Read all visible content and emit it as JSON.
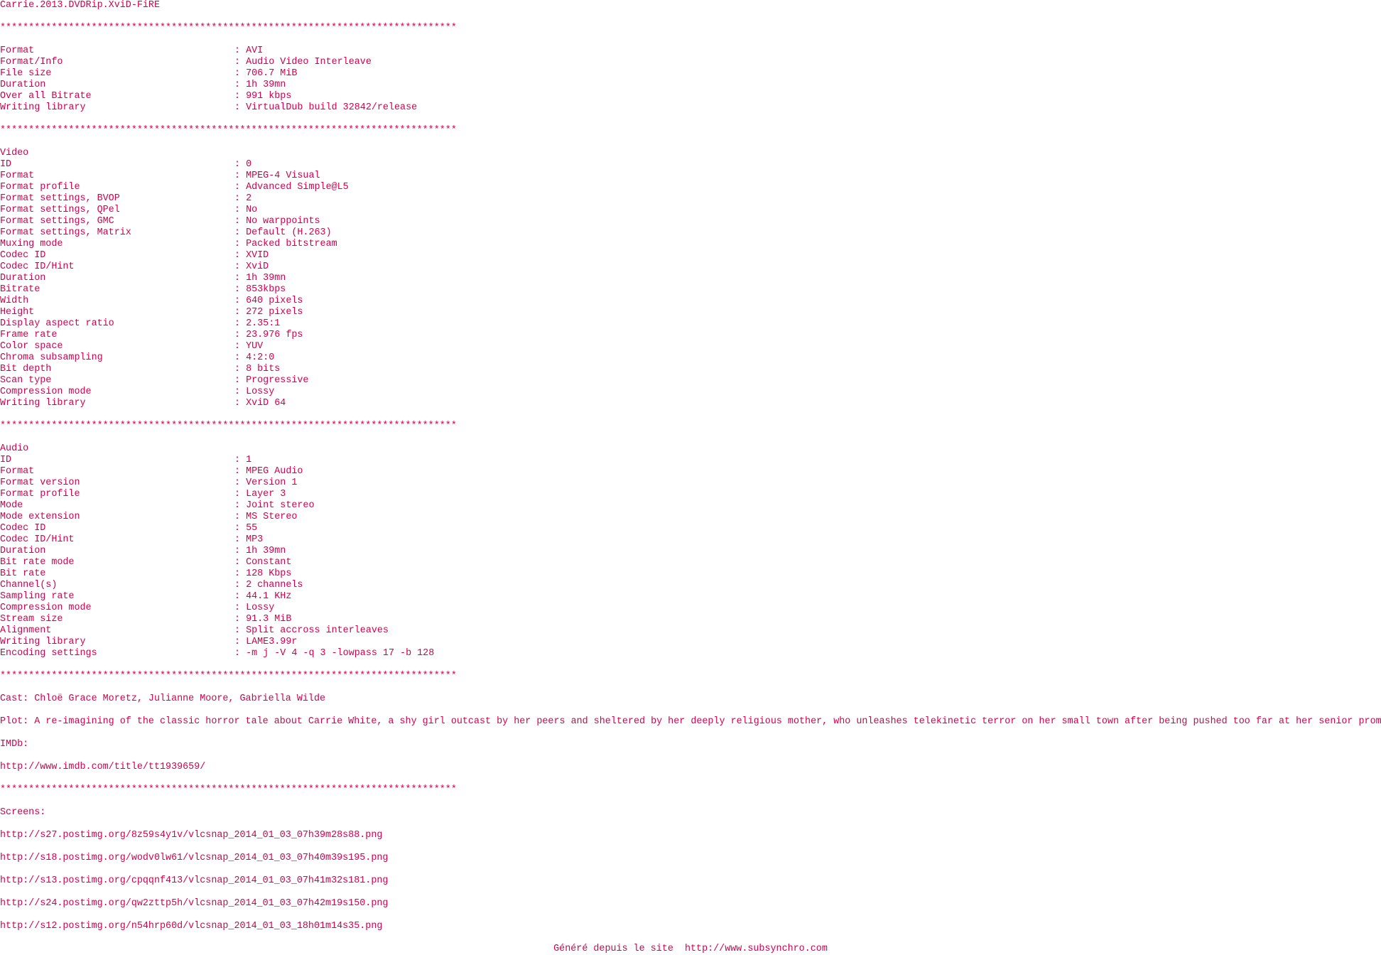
{
  "title": "Carrie.2013.DVDRip.XviD-FiRE",
  "separator": "********************************************************************************",
  "general": [
    {
      "label": "Format",
      "value": "AVI"
    },
    {
      "label": "Format/Info",
      "value": "Audio Video Interleave"
    },
    {
      "label": "File size",
      "value": "706.7 MiB"
    },
    {
      "label": "Duration",
      "value": "1h 39mn"
    },
    {
      "label": "Over all Bitrate",
      "value": "991 kbps"
    },
    {
      "label": "Writing library",
      "value": "VirtualDub build 32842/release"
    }
  ],
  "video": {
    "heading": "Video",
    "fields": [
      {
        "label": "ID",
        "value": "0"
      },
      {
        "label": "Format",
        "value": "MPEG-4 Visual"
      },
      {
        "label": "Format profile",
        "value": "Advanced Simple@L5"
      },
      {
        "label": "Format settings, BVOP",
        "value": "2"
      },
      {
        "label": "Format settings, QPel",
        "value": "No"
      },
      {
        "label": "Format settings, GMC",
        "value": "No warppoints"
      },
      {
        "label": "Format settings, Matrix",
        "value": "Default (H.263)"
      },
      {
        "label": "Muxing mode",
        "value": "Packed bitstream"
      },
      {
        "label": "Codec ID",
        "value": "XVID"
      },
      {
        "label": "Codec ID/Hint",
        "value": "XviD"
      },
      {
        "label": "Duration",
        "value": "1h 39mn"
      },
      {
        "label": "Bitrate",
        "value": "853kbps"
      },
      {
        "label": "Width",
        "value": "640 pixels"
      },
      {
        "label": "Height",
        "value": "272 pixels"
      },
      {
        "label": "Display aspect ratio",
        "value": "2.35:1"
      },
      {
        "label": "Frame rate",
        "value": "23.976 fps"
      },
      {
        "label": "Color space",
        "value": "YUV"
      },
      {
        "label": "Chroma subsampling",
        "value": "4:2:0"
      },
      {
        "label": "Bit depth",
        "value": "8 bits"
      },
      {
        "label": "Scan type",
        "value": "Progressive"
      },
      {
        "label": "Compression mode",
        "value": "Lossy"
      },
      {
        "label": "Writing library",
        "value": "XviD 64"
      }
    ]
  },
  "audio": {
    "heading": "Audio",
    "fields": [
      {
        "label": "ID",
        "value": "1"
      },
      {
        "label": "Format",
        "value": "MPEG Audio"
      },
      {
        "label": "Format version",
        "value": "Version 1"
      },
      {
        "label": "Format profile",
        "value": "Layer 3"
      },
      {
        "label": "Mode",
        "value": "Joint stereo"
      },
      {
        "label": "Mode extension",
        "value": "MS Stereo"
      },
      {
        "label": "Codec ID",
        "value": "55"
      },
      {
        "label": "Codec ID/Hint",
        "value": "MP3"
      },
      {
        "label": "Duration",
        "value": "1h 39mn"
      },
      {
        "label": "Bit rate mode",
        "value": "Constant"
      },
      {
        "label": "Bit rate",
        "value": "128 Kbps"
      },
      {
        "label": "Channel(s)",
        "value": "2 channels"
      },
      {
        "label": "Sampling rate",
        "value": "44.1 KHz"
      },
      {
        "label": "Compression mode",
        "value": "Lossy"
      },
      {
        "label": "Stream size",
        "value": "91.3 MiB"
      },
      {
        "label": "Alignment",
        "value": "Split accross interleaves"
      },
      {
        "label": "Writing library",
        "value": "LAME3.99r"
      },
      {
        "label": "Encoding settings",
        "value": "-m j -V 4 -q 3 -lowpass 17 -b 128"
      }
    ]
  },
  "cast": "Cast: Chloë Grace Moretz, Julianne Moore, Gabriella Wilde",
  "plot": "Plot: A re-imagining of the classic horror tale about Carrie White, a shy girl outcast by her peers and sheltered by her deeply religious mother, who unleashes telekinetic terror on her small town after being pushed too far at her senior prom.",
  "imdb_label": "IMDb:",
  "imdb_url": "http://www.imdb.com/title/tt1939659/",
  "screens_label": "Screens:",
  "screens": [
    "http://s27.postimg.org/8z59s4y1v/vlcsnap_2014_01_03_07h39m28s88.png",
    "http://s18.postimg.org/wodv0lw61/vlcsnap_2014_01_03_07h40m39s195.png",
    "http://s13.postimg.org/cpqqnf413/vlcsnap_2014_01_03_07h41m32s181.png",
    "http://s24.postimg.org/qw2zttp5h/vlcsnap_2014_01_03_07h42m19s150.png",
    "http://s12.postimg.org/n54hrp60d/vlcsnap_2014_01_03_18h01m14s35.png"
  ],
  "footer": "Généré depuis le site  http://www.subsynchro.com",
  "colors": {
    "text": "#d4004f",
    "background": "#ffffff"
  }
}
